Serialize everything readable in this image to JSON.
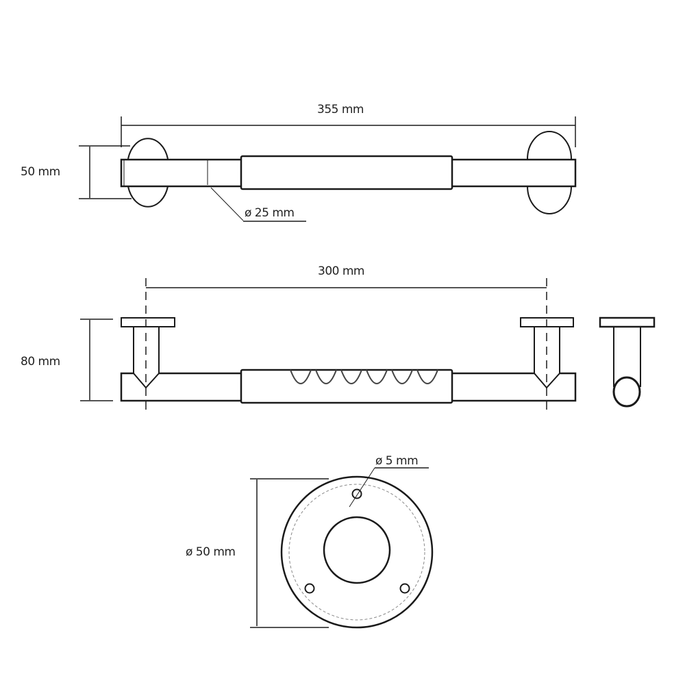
{
  "top_view": {
    "length_label": "355 mm",
    "height_label": "50 mm",
    "tube_diameter_label": "ø 25 mm"
  },
  "front_view": {
    "center_distance_label": "300 mm",
    "depth_label": "80 mm"
  },
  "flange_view": {
    "flange_diameter_label": "ø 50 mm",
    "hole_diameter_label": "ø 5 mm"
  },
  "colors": {
    "line": "#1a1a1a",
    "dashed": "#888888"
  }
}
